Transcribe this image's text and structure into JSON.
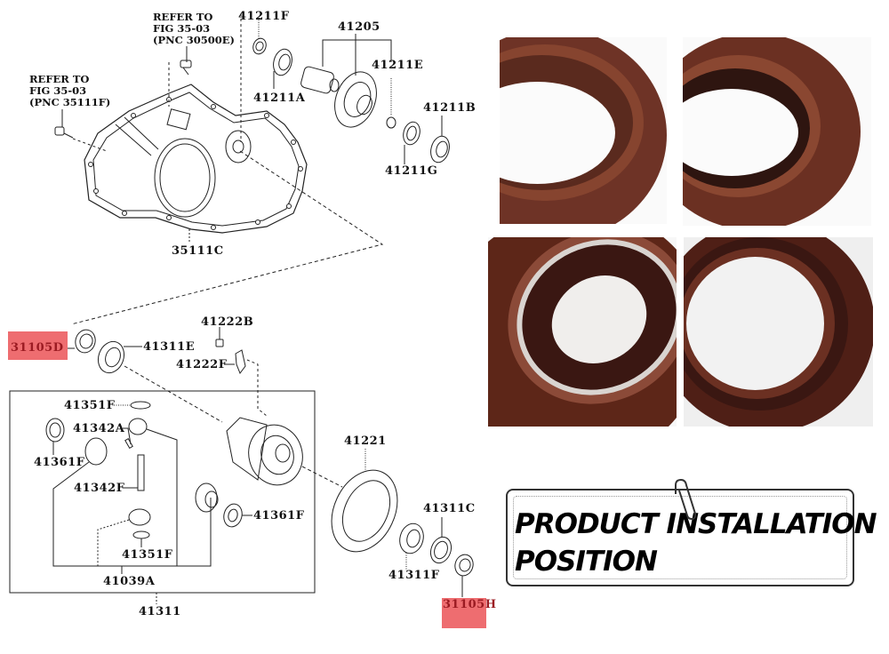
{
  "diagram": {
    "title": "Exploded parts diagram - transaxle case and differential",
    "references": [
      {
        "id": "ref-top",
        "text": "REFER TO\nFIG 35-03\n(PNC 30500E)"
      },
      {
        "id": "ref-left",
        "text": "REFER TO\nFIG 35-03\n(PNC 35111F)"
      }
    ],
    "labels": {
      "p41211F": "41211F",
      "p41205": "41205",
      "p41211E": "41211E",
      "p41211A": "41211A",
      "p41211B": "41211B",
      "p41211G": "41211G",
      "p35111C": "35111C",
      "p41222B": "41222B",
      "p41311E": "41311E",
      "p41222F": "41222F",
      "p41351F_top": "41351F",
      "p41342A": "41342A",
      "p41361F_left": "41361F",
      "p41342F": "41342F",
      "p41361F_right": "41361F",
      "p41351F_bottom": "41351F",
      "p41039A": "41039A",
      "p41311": "41311",
      "p41221": "41221",
      "p41311C": "41311C",
      "p41311F": "41311F"
    },
    "highlighted": [
      {
        "id": "p31105D",
        "text": "31105D",
        "color": "#ee6d70"
      },
      {
        "id": "p31105H",
        "text": "31105H",
        "color": "#ee6d70"
      }
    ]
  },
  "photos": [
    {
      "id": "photo-1",
      "subject": "oil-seal-angled-view-1"
    },
    {
      "id": "photo-2",
      "subject": "oil-seal-angled-view-2"
    },
    {
      "id": "photo-3",
      "subject": "oil-seal-closeup-spring-lip"
    },
    {
      "id": "photo-4",
      "subject": "oil-seal-back-face"
    }
  ],
  "photo_colors": {
    "seal_brown": "#6b3022",
    "seal_dark": "#3a1712",
    "seal_light": "#8b4a38",
    "background": "#f7f7f7"
  },
  "banner": {
    "line1": "PRODUCT INSTALLATION",
    "line2": "POSITION"
  }
}
